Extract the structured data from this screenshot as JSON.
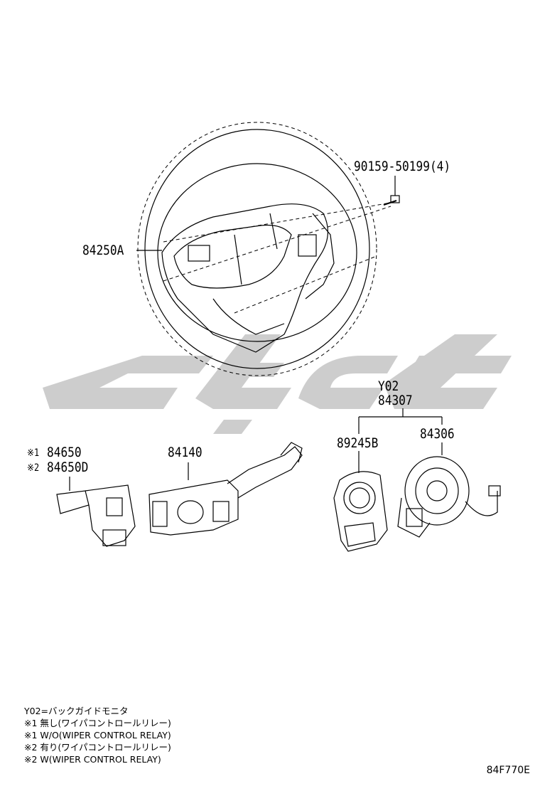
{
  "parts": {
    "bolt": "90159-50199(4)",
    "steering_pad": "84250A",
    "group_code": "Y02",
    "spiral_assembly": "84307",
    "steering_sensor": "89245B",
    "spiral_cable": "84306",
    "wiper_switch_1_mark": "※1",
    "wiper_switch_1": "84650",
    "wiper_switch_2_mark": "※2",
    "wiper_switch_2": "84650D",
    "turn_switch": "84140"
  },
  "notes": [
    "Y02=バックガイドモニタ",
    "※1 無し(ワイパコントロールリレー)",
    "※1 W/O(WIPER CONTROL RELAY)",
    "※2 有り(ワイパコントロールリレー)",
    "※2 W(WIPER CONTROL RELAY)"
  ],
  "figure_code": "84F770E",
  "colors": {
    "line": "#000000",
    "watermark": "#c8c8c8",
    "background": "#ffffff"
  }
}
